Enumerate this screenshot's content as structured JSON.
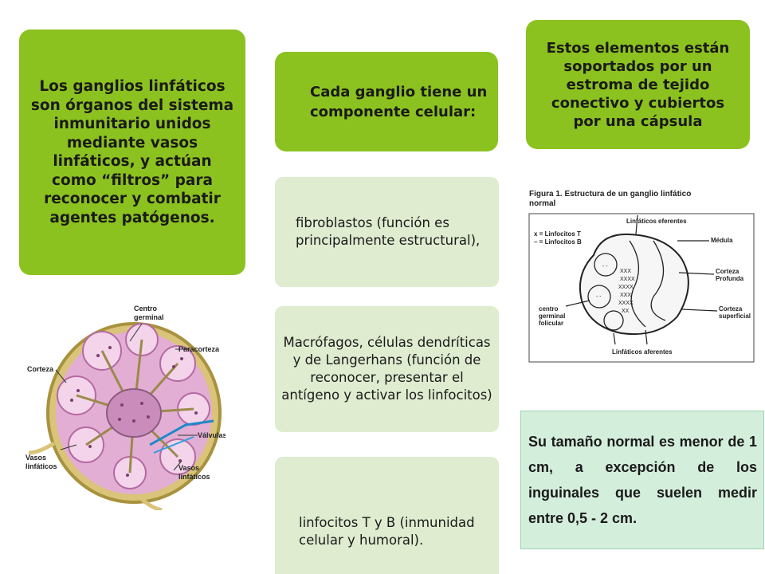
{
  "boxes": {
    "intro": "Los ganglios linfáticos son órganos del sistema inmunitario unidos mediante vasos linfáticos, y actúan como “filtros” para reconocer y combatir agentes patógenos.",
    "component_title": "Cada ganglio tiene un componente celular:",
    "support": "Estos elementos están soportados por un estroma de tejido conectivo y cubiertos por una cápsula",
    "fibroblasts": "fibroblastos (función es principalmente estructural),",
    "macrophages": "Macrófagos, células dendríticas y de Langerhans (función de reconocer, presentar el antígeno y activar los linfocitos)",
    "lymphocytes": "linfocitos T y B (inmunidad celular y humoral).",
    "size": "Su tamaño normal es menor de 1 cm, a excepción de los inguinales que suelen medir entre 0,5 - 2 cm."
  },
  "left_figure": {
    "labels": {
      "centro": "Centro",
      "germinal": "germinal",
      "paracorteza": "Paracorteza",
      "corteza": "Corteza",
      "valvulas": "Válvulas",
      "vasos": "Vasos",
      "linfaticos1": "linfáticos",
      "vasos2": "Vasos",
      "linfaticos2": "linfáticos"
    }
  },
  "right_figure": {
    "title_line1": "Figura 1. Estructura de un ganglio linfático",
    "title_line2": "normal",
    "legend_t": "x = Linfocitos T",
    "legend_b": "– = Linfocitos B",
    "labels": {
      "eferentes": "Linfáticos eferentes",
      "medula": "Médula",
      "corteza_profunda_1": "Corteza",
      "corteza_profunda_2": "Profunda",
      "centro_1": "centro",
      "centro_2": "germinal",
      "centro_3": "folicular",
      "corteza_sup_1": "Corteza",
      "corteza_sup_2": "superficial",
      "aferentes": "Linfáticos aferentes"
    }
  },
  "colors": {
    "green": "#8cc21f",
    "pale_green": "#dfecd0",
    "mint": "#d4eedc"
  }
}
